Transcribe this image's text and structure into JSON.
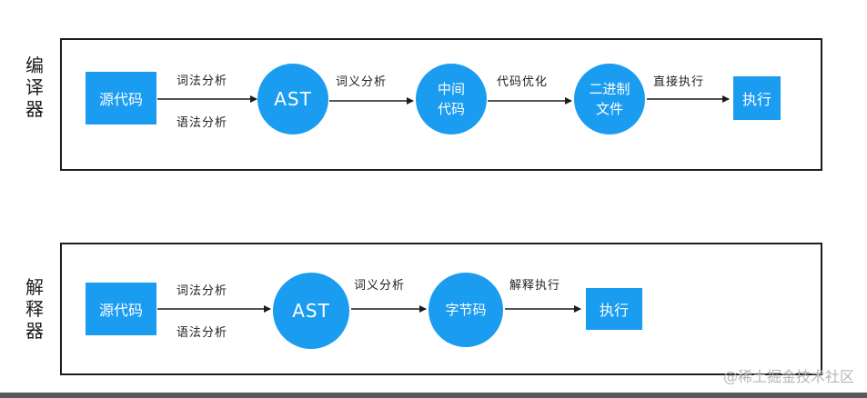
{
  "compiler": {
    "side_label": [
      "编",
      "译",
      "器"
    ],
    "source": "源代码",
    "lex_label": "词法分析",
    "syntax_label": "语法分析",
    "ast": "AST",
    "semantic_label": "词义分析",
    "ir_line1": "中间",
    "ir_line2": "代码",
    "codegen_label": "代码优化",
    "binary_line1": "二进制",
    "binary_line2": "文件",
    "direct_label": "直接执行",
    "exec": "执行"
  },
  "interpreter": {
    "side_label": [
      "解",
      "释",
      "器"
    ],
    "source": "源代码",
    "lex_label": "词法分析",
    "syntax_label": "语法分析",
    "ast": "AST",
    "semantic_label": "词义分析",
    "bytecode": "字节码",
    "interpret_label": "解释执行",
    "exec": "执行"
  },
  "watermark": "@稀土掘金技术社区",
  "colors": {
    "node_fill": "#1a9cf0",
    "node_text": "#ffffff",
    "border": "#1c1c1c"
  }
}
